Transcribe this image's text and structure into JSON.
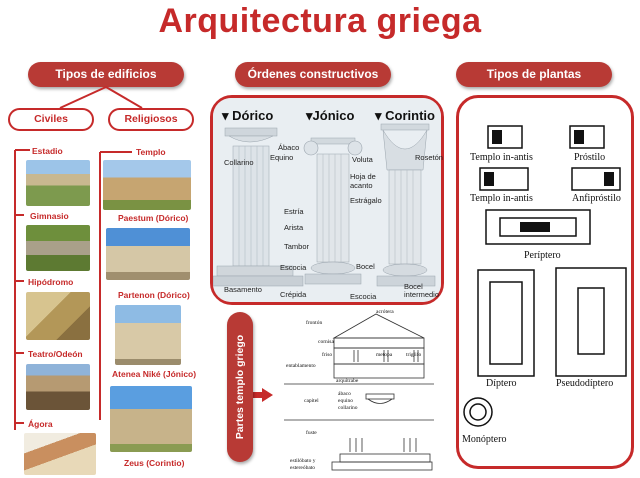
{
  "title": "Arquitectura griega",
  "sections": {
    "tipos_edificios": "Tipos de edificios",
    "ordenes": "Órdenes constructivos",
    "plantas": "Tipos de plantas",
    "partes": "Partes templo griego"
  },
  "categories": {
    "civiles": "Civiles",
    "religiosos": "Religiosos"
  },
  "civiles": [
    "Estadio",
    "Gimnasio",
    "Hipódromo",
    "Teatro/Odeón",
    "Ágora"
  ],
  "religiosos": {
    "header": "Templo",
    "items": [
      "Paestum (Dórico)",
      "Partenon (Dórico)",
      "Atenea Niké (Jónico)",
      "Zeus (Corintio)"
    ]
  },
  "orders": {
    "doric": "Dórico",
    "ionic": "Jónico",
    "corinthian": "Corintio",
    "labels": {
      "abaco": "Ábaco",
      "equino": "Equino",
      "collarino": "Collarino",
      "estria": "Estría",
      "arista": "Arista",
      "tambor": "Tambor",
      "escocia": "Escocia",
      "basamento": "Basamento",
      "crepida": "Crépida",
      "voluta": "Voluta",
      "roseton": "Rosetón",
      "hoja": "Hoja de acanto",
      "estragalo": "Estrágalo",
      "bocel": "Bocel",
      "escocia2": "Escocia",
      "bocel_int": "Bocel intermedio"
    }
  },
  "plantas": [
    "Templo in-antis",
    "Próstilo",
    "Templo in-antis",
    "Anfipróstilo",
    "Períptero",
    "Díptero",
    "Pseudodíptero",
    "Monóptero"
  ],
  "partes_labels": {
    "fronton": "frontón",
    "acrotera": "acrótera",
    "cornisa": "cornisa",
    "friso": "friso",
    "metopa": "metopa",
    "triglifo": "triglifo",
    "entablamento": "entablamento",
    "arquitrabe": "arquitrabe",
    "capitel": "capitel",
    "abaco": "ábaco",
    "equino": "equino",
    "collarino": "collarino",
    "fuste": "fuste",
    "estilobato": "estilóbato y estereóbato"
  },
  "colors": {
    "accent": "#c62a2a",
    "pill": "#b83a35"
  }
}
